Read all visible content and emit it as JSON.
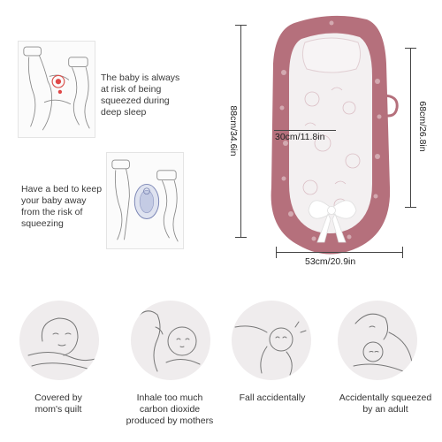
{
  "top_left": {
    "caption_squeezed": "The baby is always at risk of being squeezed during deep sleep",
    "caption_bed": "Have a bed to keep your baby away from the risk of squeezing"
  },
  "product": {
    "color": "#b5707c",
    "inner_color": "#f3f0f1",
    "dim_height": "88cm/34.6in",
    "dim_inner_width": "30cm/11.8in",
    "dim_side": "68cm/26.8in",
    "dim_width": "53cm/20.9in"
  },
  "risks": [
    {
      "label": "Covered by mom's quilt"
    },
    {
      "label": "Inhale too much carbon dioxide produced by mothers"
    },
    {
      "label": "Fall accidentally"
    },
    {
      "label": "Accidentally squeezed by an adult"
    }
  ]
}
